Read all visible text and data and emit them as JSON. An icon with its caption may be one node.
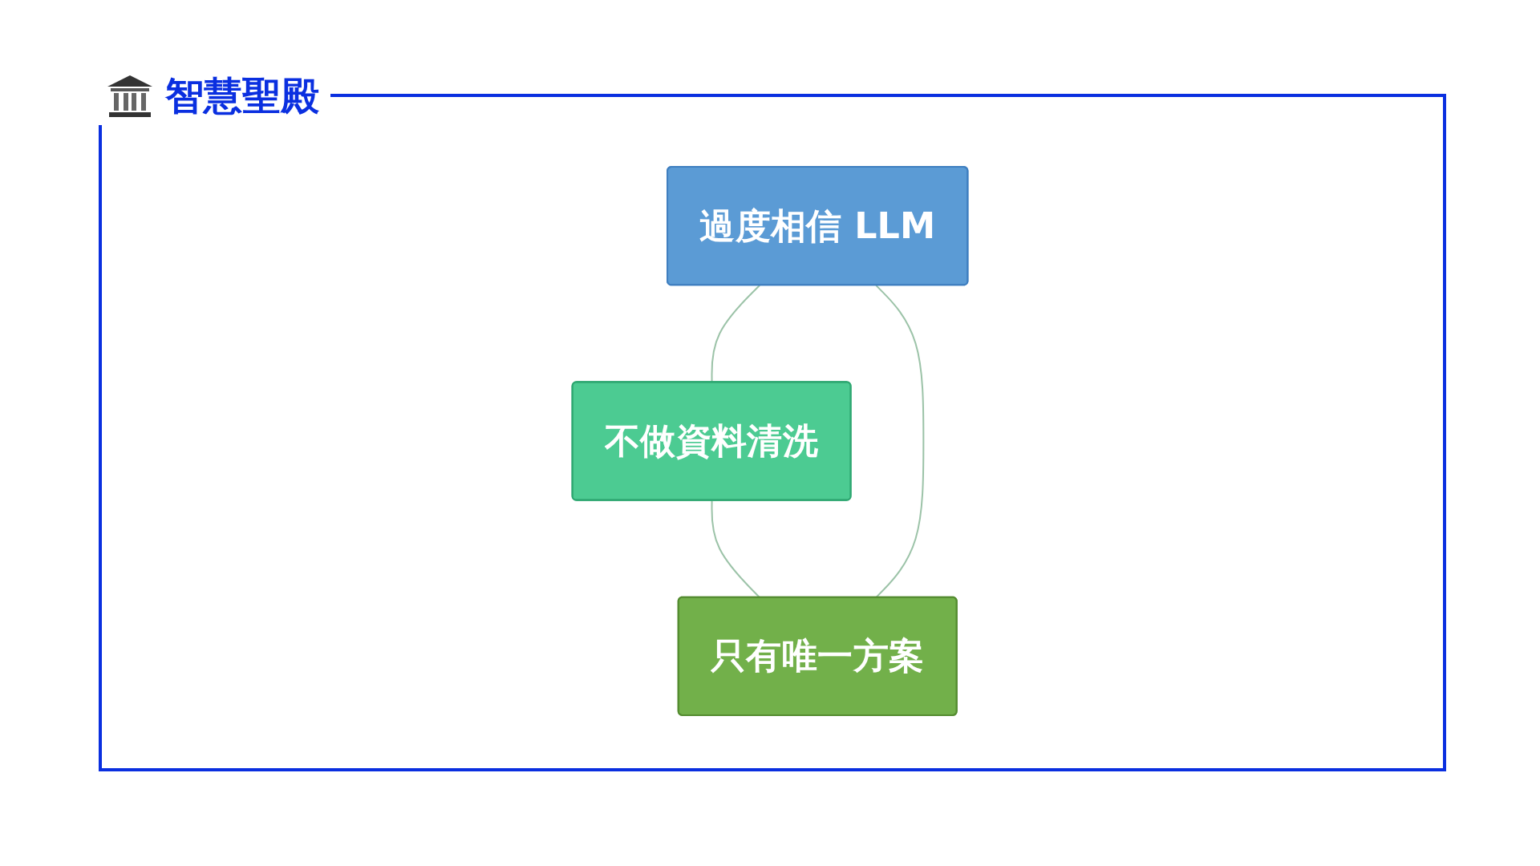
{
  "diagram": {
    "title": "智慧聖殿",
    "nodes": [
      {
        "text": [
          "過度相信 LLM"
        ]
      },
      {
        "text": [
          "只有唯一方案"
        ]
      },
      {
        "text": [
          "不做資料清洗"
        ]
      }
    ],
    "edges": [
      {
        "from": 0,
        "to": 2,
        "arrow": "none"
      },
      {
        "from": 2,
        "to": 1,
        "arrow": "none"
      },
      {
        "from": 1,
        "to": 0,
        "arrow": "none"
      }
    ]
  }
}
